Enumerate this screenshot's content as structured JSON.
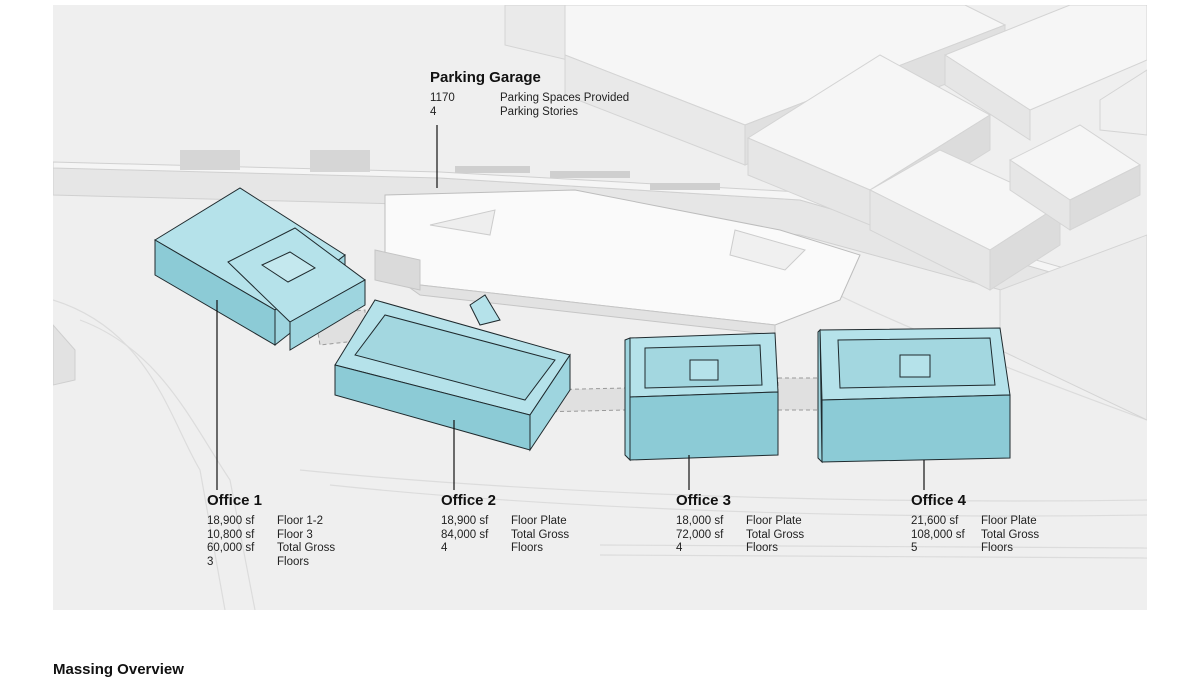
{
  "figure": {
    "caption": "Massing Overview"
  },
  "callouts": {
    "garage": {
      "title": "Parking Garage",
      "rows": [
        {
          "value": "1170",
          "label": "Parking Spaces Provided"
        },
        {
          "value": "4",
          "label": "Parking Stories"
        }
      ]
    },
    "office1": {
      "title": "Office 1",
      "rows": [
        {
          "value": "18,900 sf",
          "label": "Floor 1-2"
        },
        {
          "value": "10,800 sf",
          "label": "Floor 3"
        },
        {
          "value": "60,000 sf",
          "label": "Total Gross"
        },
        {
          "value": "3",
          "label": "Floors"
        }
      ]
    },
    "office2": {
      "title": "Office 2",
      "rows": [
        {
          "value": "18,900 sf",
          "label": "Floor Plate"
        },
        {
          "value": "84,000 sf",
          "label": "Total Gross"
        },
        {
          "value": "4",
          "label": "Floors"
        }
      ]
    },
    "office3": {
      "title": "Office 3",
      "rows": [
        {
          "value": "18,000 sf",
          "label": "Floor Plate"
        },
        {
          "value": "72,000 sf",
          "label": "Total Gross"
        },
        {
          "value": "4",
          "label": "Floors"
        }
      ]
    },
    "office4": {
      "title": "Office 4",
      "rows": [
        {
          "value": "21,600 sf",
          "label": "Floor Plate"
        },
        {
          "value": "108,000 sf",
          "label": "Total Gross"
        },
        {
          "value": "5",
          "label": "Floors"
        }
      ]
    }
  },
  "colors": {
    "office_fill": "#a9dde6",
    "office_fill_dark": "#8ccbd6",
    "office_stroke": "#1f2a2e",
    "context_fill": "#ececec",
    "context_roof": "#f6f6f6",
    "garage_fill": "#fafafa",
    "ground": "#efefef",
    "leader": "#111111"
  }
}
